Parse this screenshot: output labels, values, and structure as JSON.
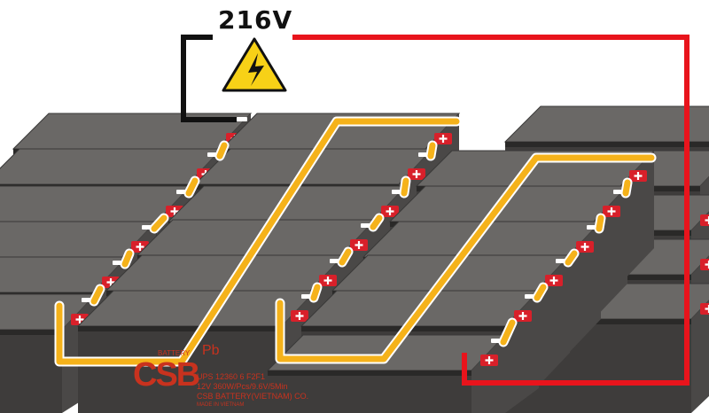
{
  "voltage_label": "216V",
  "warning_icon": "high-voltage-warning-icon",
  "battery_label": {
    "brand": "CSB",
    "brand_sub": "BATTERY",
    "model": "UPS 12360 6 F2F1",
    "spec": "12V 360W/Pcs/9.6V/5Min",
    "maker": "CSB BATTERY(VIETNAM) CO.",
    "origin": "MADE IN VIETNAM",
    "lead_mark": "Pb"
  },
  "colors": {
    "series_wire": "#f5b21a",
    "positive_wire": "#e8141c",
    "negative_wire": "#111111",
    "battery_case": "#5a5856",
    "terminal_plus": "#d8202a",
    "warning": "#f7d117"
  }
}
